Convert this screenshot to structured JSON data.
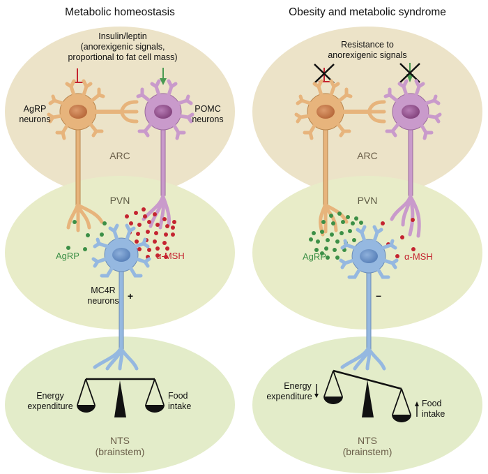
{
  "panels": [
    {
      "title": "Metabolic homeostasis",
      "signal_label": [
        "Insulin/leptin",
        "(anorexigenic signals,",
        "proportional to fat cell mass)"
      ],
      "agrp_neuron_label": [
        "AgRP",
        "neurons"
      ],
      "pomc_neuron_label": [
        "POMC",
        "neurons"
      ],
      "arc_label": "ARC",
      "pvn_label": "PVN",
      "agrp_peptide_label": "AgRP",
      "msh_peptide_label": "α-MSH",
      "mc4r_label": [
        "MC4R",
        "neurons"
      ],
      "mc4r_sign": "+",
      "energy_label": [
        "Energy",
        "expenditure"
      ],
      "food_label": [
        "Food",
        "intake"
      ],
      "nts_label": [
        "NTS",
        "(brainstem)"
      ],
      "signals_blocked": false,
      "scale_state": "balanced",
      "agrp_dot_count": 6,
      "msh_dot_count": 30
    },
    {
      "title": "Obesity and metabolic syndrome",
      "signal_label": [
        "Resistance to",
        "anorexigenic signals"
      ],
      "arc_label": "ARC",
      "pvn_label": "PVN",
      "agrp_peptide_label": "AgRP",
      "msh_peptide_label": "α-MSH",
      "mc4r_sign": "–",
      "energy_label": [
        "Energy",
        "expenditure"
      ],
      "food_label": [
        "Food",
        "intake"
      ],
      "energy_direction": "down",
      "food_direction": "up",
      "nts_label": [
        "NTS",
        "(brainstem)"
      ],
      "signals_blocked": true,
      "scale_state": "tilted toward food intake",
      "agrp_dot_count": 28,
      "msh_dot_count": 6
    }
  ],
  "colors": {
    "arc_region": "#ece3c8",
    "pvn_region": "#e8ecc8",
    "nts_region": "#e3ecc9",
    "agrp_neuron": "#e7b47c",
    "agrp_nucleus": "#c97d4e",
    "pomc_neuron": "#c99acb",
    "pomc_nucleus": "#9a5a98",
    "mc4r_neuron": "#95b8e0",
    "mc4r_nucleus": "#6d94c8",
    "inhibit_red": "#c42430",
    "stimulate_green": "#4a9a52",
    "agrp_dot": "#3c8f46",
    "msh_dot": "#c42430"
  }
}
